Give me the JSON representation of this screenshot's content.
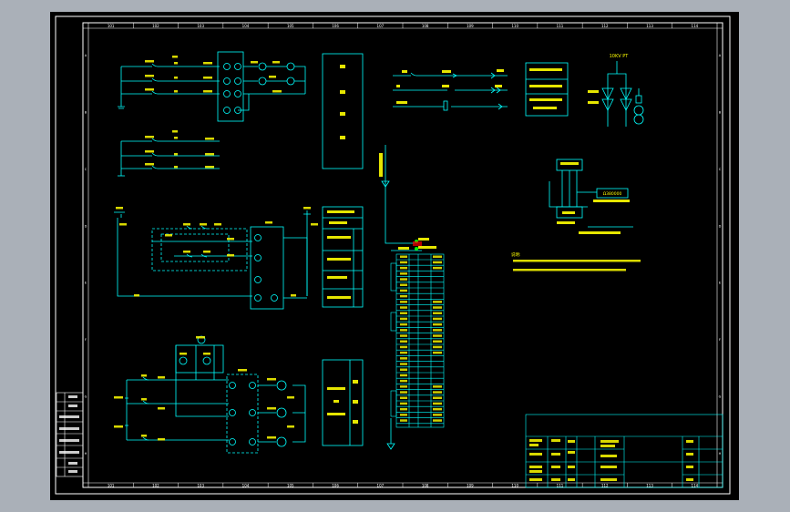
{
  "zones_top": [
    "101",
    "102",
    "103",
    "104",
    "105",
    "106",
    "107",
    "108",
    "109",
    "110",
    "111",
    "112",
    "113",
    "114"
  ],
  "zones_bottom": [
    "101",
    "102",
    "103",
    "104",
    "105",
    "106",
    "107",
    "108",
    "109",
    "110",
    "111",
    "112",
    "113",
    "114"
  ],
  "rows_left": [
    "A",
    "B",
    "C",
    "D",
    "E",
    "F",
    "G",
    "H"
  ],
  "rows_right": [
    "A",
    "B",
    "C",
    "D",
    "E",
    "F",
    "G",
    "H"
  ],
  "voltage_label": "10KV PT",
  "meter_box_label": "Ω380000",
  "note_heading": "说明:",
  "colors": {
    "sheet": "#000000",
    "frame": "#ffffff",
    "wire": "#00ffff",
    "text": "#ffff00",
    "green": "#00ff00",
    "red": "#ff0000",
    "background": "#aab0b8"
  }
}
